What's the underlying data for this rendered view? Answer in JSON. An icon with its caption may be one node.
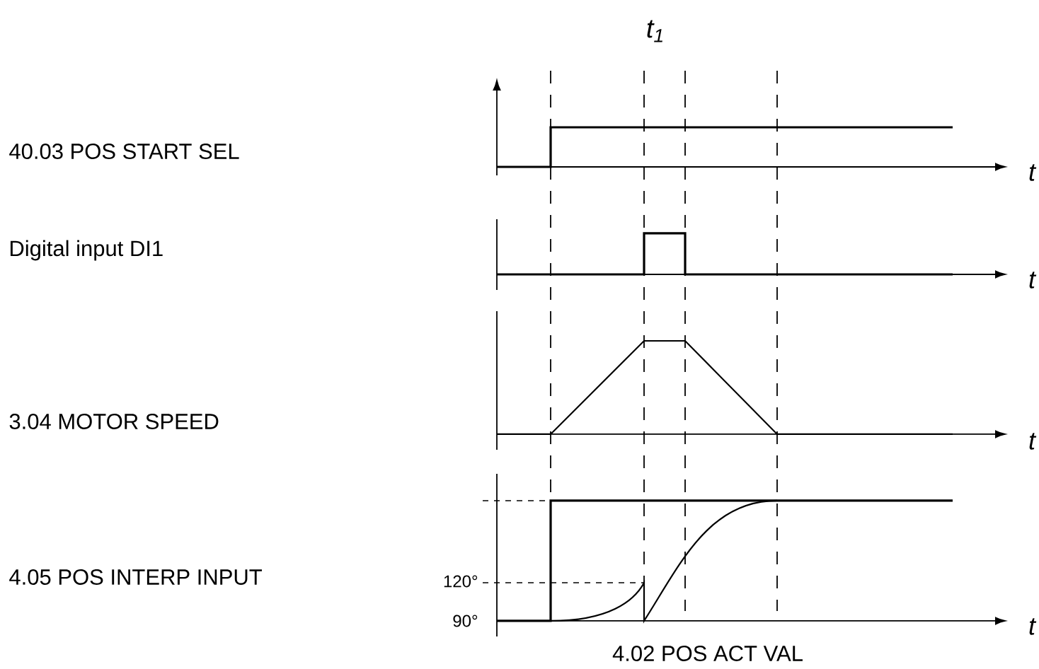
{
  "diagram": {
    "labels": [
      "t$_{1}$",
      "40.03 POS START SEL",
      "t",
      "Digital input DI1",
      "t",
      "3.04 MOTOR SPEED",
      "t",
      "4.05 POS INTERP INPUT",
      "120°",
      "90°",
      "t",
      "4.02 POS ACT VAL"
    ]
  }
}
